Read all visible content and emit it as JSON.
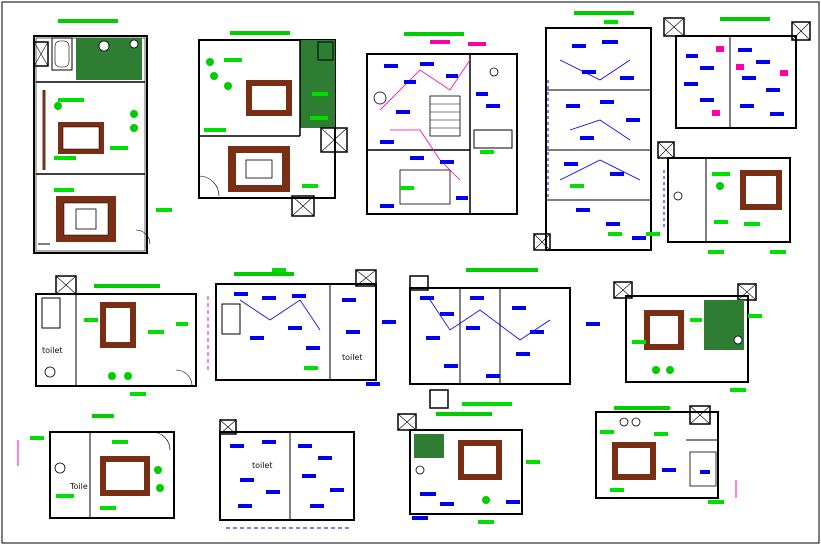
{
  "sheet": {
    "room_labels": [
      "toilet",
      "toilet",
      "toilet",
      "Toile"
    ]
  },
  "colors": {
    "background": "#ffffff",
    "wall": "#000000",
    "title_bar": "#00cc00",
    "annotation_green": "#00dd00",
    "electrical_blue": "#0000ee",
    "wiring_magenta": "#ff00aa",
    "tile_green": "#2e7d32",
    "furniture_brown": "#7a2e14"
  },
  "icons": [
    "bathtub-icon",
    "toilet-icon",
    "washbasin-icon",
    "bed-icon",
    "sofa-set-icon",
    "door-swing-icon",
    "stair-icon",
    "elevator-shaft-icon"
  ],
  "plans": [
    {
      "id": "plan-1"
    },
    {
      "id": "plan-2"
    },
    {
      "id": "plan-3"
    },
    {
      "id": "plan-4"
    },
    {
      "id": "plan-5"
    },
    {
      "id": "plan-6"
    },
    {
      "id": "plan-7"
    },
    {
      "id": "plan-8"
    },
    {
      "id": "plan-9"
    },
    {
      "id": "plan-10"
    },
    {
      "id": "plan-11"
    },
    {
      "id": "plan-12"
    },
    {
      "id": "plan-13"
    },
    {
      "id": "plan-14"
    }
  ]
}
